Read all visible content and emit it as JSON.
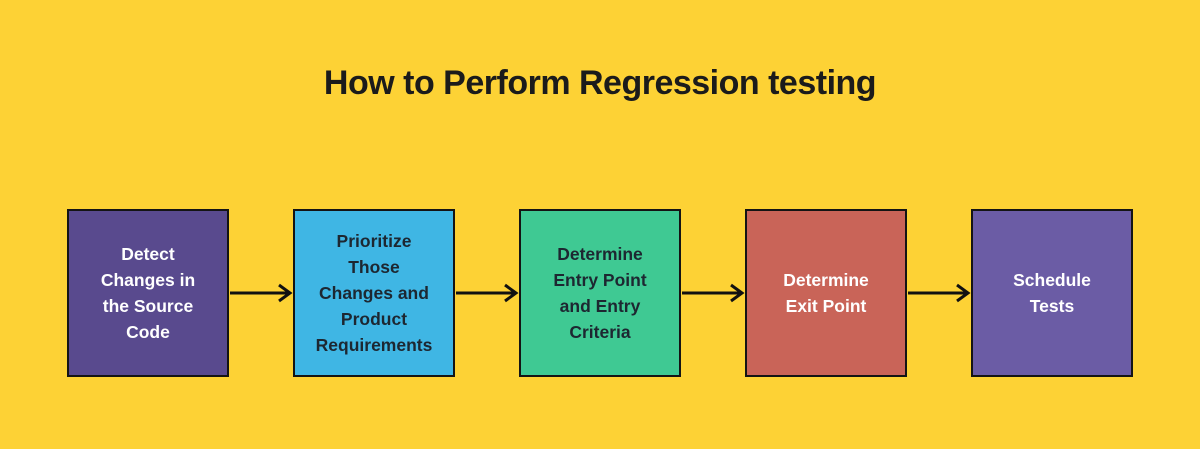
{
  "title": "How to Perform Regression testing",
  "colors": {
    "background": "#FDD235",
    "title_text": "#1B1B1B",
    "box_border": "#141414",
    "arrow": "#111111"
  },
  "steps": [
    {
      "label": "Detect\nChanges in\nthe Source\nCode",
      "bg": "#594A8E",
      "text_color": "#FFFFFF"
    },
    {
      "label": "Prioritize\nThose\nChanges and\nProduct\nRequirements",
      "bg": "#3FB6E4",
      "text_color": "#1D2731"
    },
    {
      "label": "Determine\nEntry Point\nand Entry\nCriteria",
      "bg": "#3FC993",
      "text_color": "#1D2731"
    },
    {
      "label": "Determine\nExit Point",
      "bg": "#C96458",
      "text_color": "#FFFFFF"
    },
    {
      "label": "Schedule\nTests",
      "bg": "#6B5CA5",
      "text_color": "#FFFFFF"
    }
  ]
}
